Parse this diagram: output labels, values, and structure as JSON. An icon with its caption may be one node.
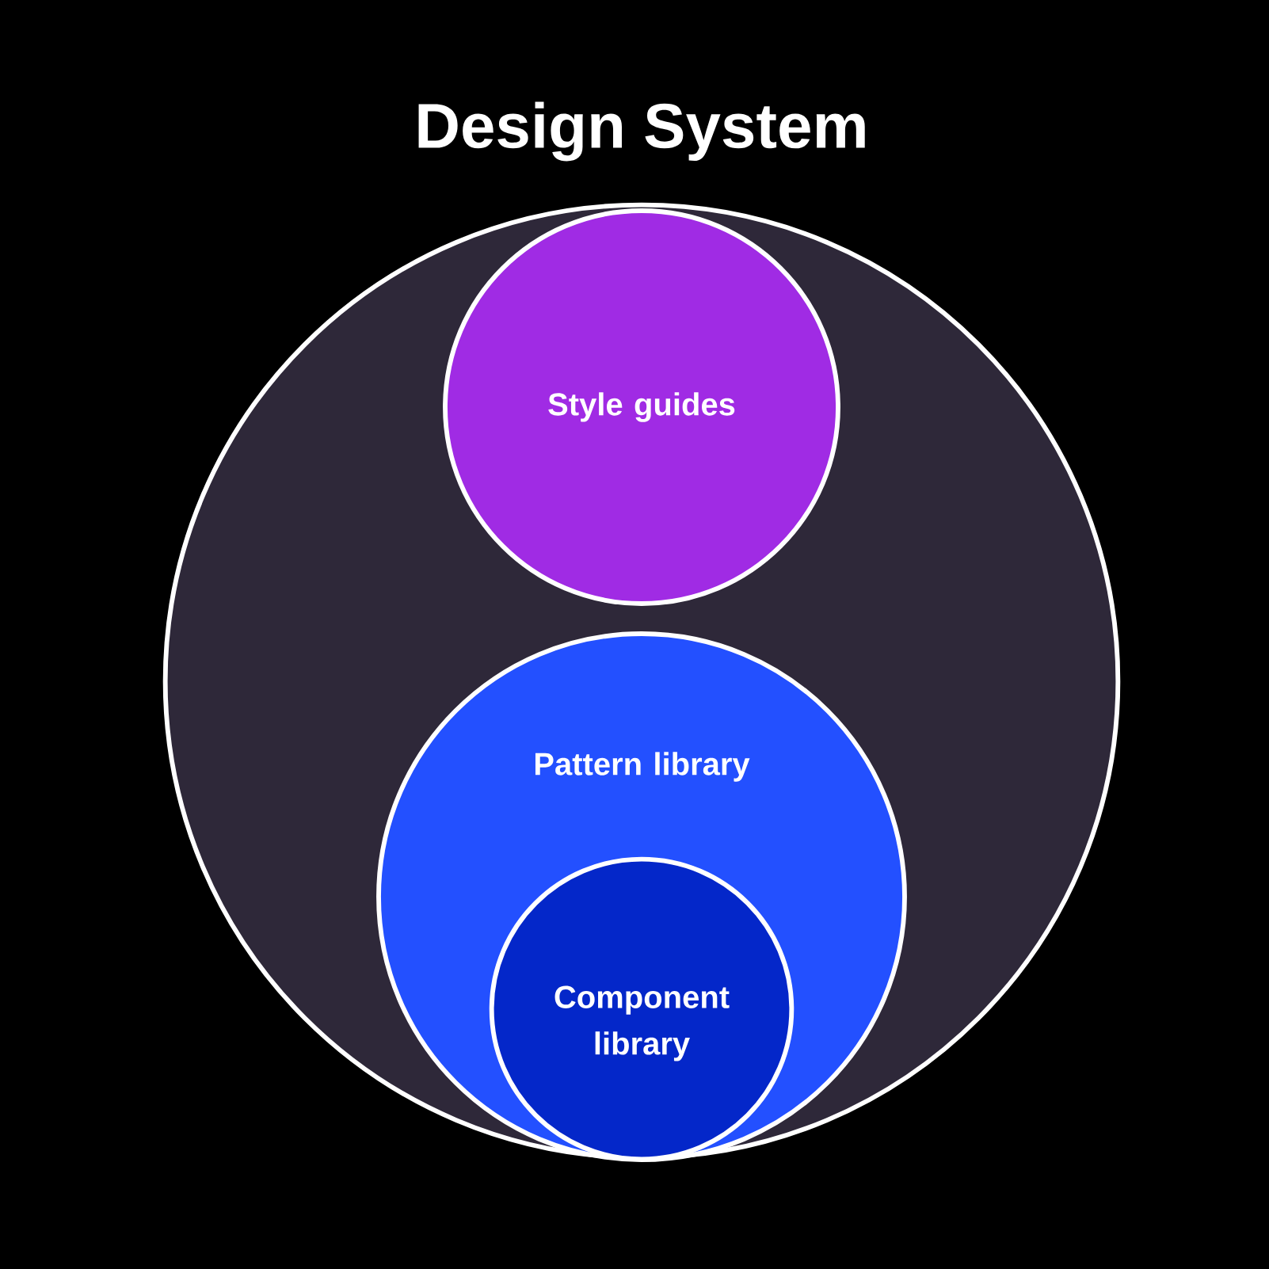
{
  "diagram": {
    "nodes": [
      {
        "text": [
          "Design System"
        ]
      },
      {
        "text": [
          "Style guides"
        ],
        "in": 0
      },
      {
        "text": [
          "Pattern library"
        ],
        "in": 0
      },
      {
        "text": [
          "Component library"
        ],
        "in": 2
      }
    ]
  }
}
